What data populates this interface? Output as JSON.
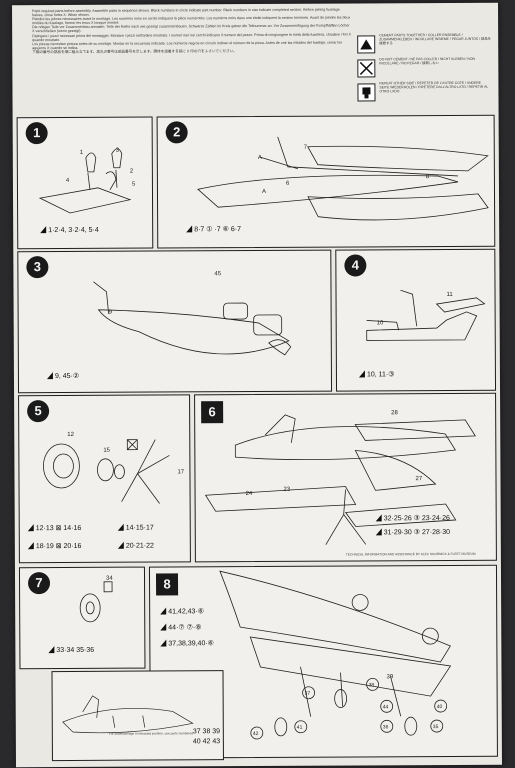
{
  "intro": {
    "en": "Paint required parts before assembly. Assemble parts in sequence shown. Black numbers in circle indicate part number. Black numbers in star indicate completed section. Before joining fuselage halves, close holes X. When shown.",
    "fr": "Peindre les pièces nécessaires avant le montage. Les numéros noirs en cercle indiquent la pièce numérotée. Les numéros noirs dans une étoile indiquent la section terminée. Avant de joindre les deux moitiés du fuselage, fermer les trous X lorsque montré.",
    "de": "Die nötigen Teile vor Zusammenbau anmalen. Teile der Reihe nach wie gezeigt zusammenbauen. Schwarze Zahlen im Kreis geben die Teilnummer an. Vor Zusammenfügung der Rumpfhälften Löcher X verschließen (wenn gezeigt).",
    "it": "Dipingere i pezzi necessari prima del montaggio. Montare i pezzi nell'ordine mostrato. I numeri neri nei cerchi indicano il numero del pezzo. Prima di congiungere le metà della fusoliera, chiudere i fori X quando mostrato.",
    "es": "Los piezas necesitan pintura antes de su montaje. Montar en la secuencia indicada. Los números negros en círculo indican el número de la pieza. Antes de unir las mitades del fuselaje, cerrar los agujeros X cuando se indica.",
    "ja": "下図の番号の部品を順に組み立てます。黒丸の番号は部品番号を示します。胴体を接着する前に X 印の穴をふさいでください。"
  },
  "legend": [
    {
      "symbol": "glue-icon",
      "text": "CEMENT PARTS TOGETHER / COLLER ENSEMBLE / ZUSAMMENKLEBEN / INCOLLARE INSIEME / PEGAR JUNTOS / 部品を接着する"
    },
    {
      "symbol": "no-glue-icon",
      "text": "DO NOT CEMENT / NE PAS COLLER / NICHT KLEBEN / NON INCOLLARE / NO PEGAR / 接着しない"
    },
    {
      "symbol": "repeat-icon",
      "text": "REPEAT OTHER SIDE / REPETER DE L'AUTRE COTE / ANDERE SEITE WIEDERHOLEN / RIPETERE DALL'ALTRO LATO / REPETIR AL OTRO LADO"
    }
  ],
  "steps": [
    {
      "num": "1",
      "parts": "1·2·4, 3·2·4, 5·4"
    },
    {
      "num": "2",
      "parts": "8·7 ① ·7 ⑥ 6·7"
    },
    {
      "num": "3",
      "parts": "9, 45·②"
    },
    {
      "num": "4",
      "parts": "10, 11·③"
    },
    {
      "num": "5",
      "parts_a": "12·13 ⊠ 14·16",
      "parts_b": "14·15·17",
      "parts_c": "18·19 ⊠ 20·16",
      "parts_d": "20·21·22"
    },
    {
      "num": "6",
      "parts_a": "32·25·26 ③ 23·24·26",
      "parts_b": "31·29·30 ③ 27·28·30"
    },
    {
      "num": "7",
      "parts": "33·34 35·36"
    },
    {
      "num": "8",
      "parts_a": "41,42,43·⑥",
      "parts_b": "44·⑦ ⑦·⑧",
      "parts_c": "37,38,39,40·⑥"
    }
  ],
  "tech_note": "TECHNICAL INFORMATION AND ASSISTANCE BY ALEC SHORNICK & FLEET MUSEUM",
  "footer_nums": [
    "37 38 39",
    "40 42 43"
  ],
  "small_note": "For undercarriage in retracted position, use parts numbered"
}
